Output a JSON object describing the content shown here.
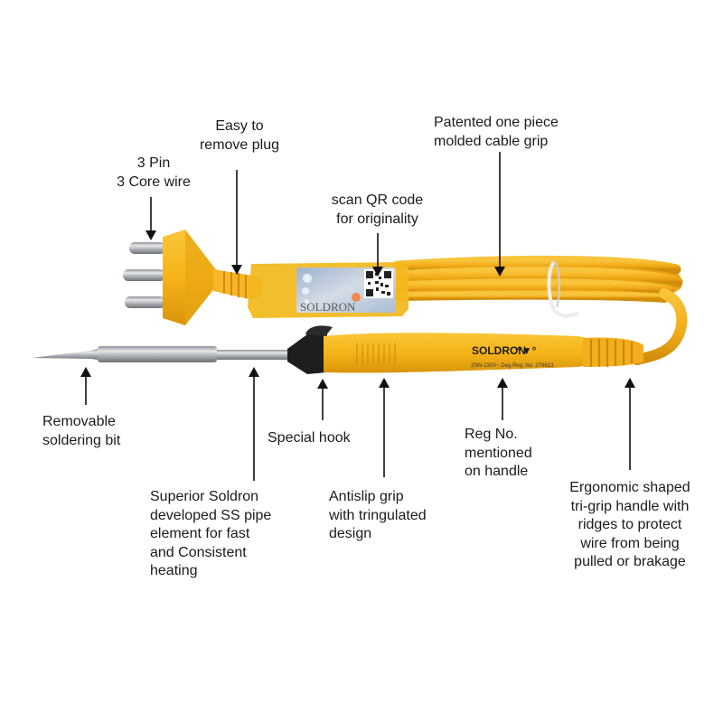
{
  "product": {
    "brand": "SOLDRON",
    "handle_print": "25W-230V~ Deg.Reg. No. 276613",
    "sticker_brand": "SOLDRON",
    "colors": {
      "body_yellow": "#F5B417",
      "body_shadow": "#D8940C",
      "cable_yellow": "#F4AE1A",
      "steel": "#B9BCC0",
      "black_hook": "#1E1E1E",
      "arrow": "#111111",
      "text": "#1B1B1B"
    }
  },
  "callouts": [
    {
      "id": "pin",
      "text": "3 Pin\n3 Core wire"
    },
    {
      "id": "plug",
      "text": "Easy to\nremove plug"
    },
    {
      "id": "qr",
      "text": "scan QR code\nfor originality"
    },
    {
      "id": "cable_grip",
      "text": "Patented one piece\nmolded cable grip"
    },
    {
      "id": "bit",
      "text": "Removable\nsoldering bit"
    },
    {
      "id": "hook",
      "text": "Special hook"
    },
    {
      "id": "reg",
      "text": "Reg No.\nmentioned\non handle"
    },
    {
      "id": "pipe",
      "text": "Superior Soldron\ndeveloped SS pipe\nelement for fast\nand Consistent\nheating"
    },
    {
      "id": "antislip",
      "text": "Antislip grip\nwith tringulated\ndesign"
    },
    {
      "id": "ergonomic",
      "text": "Ergonomic shaped\ntri-grip handle with\nridges to protect\nwire from being\npulled or brakage"
    }
  ]
}
